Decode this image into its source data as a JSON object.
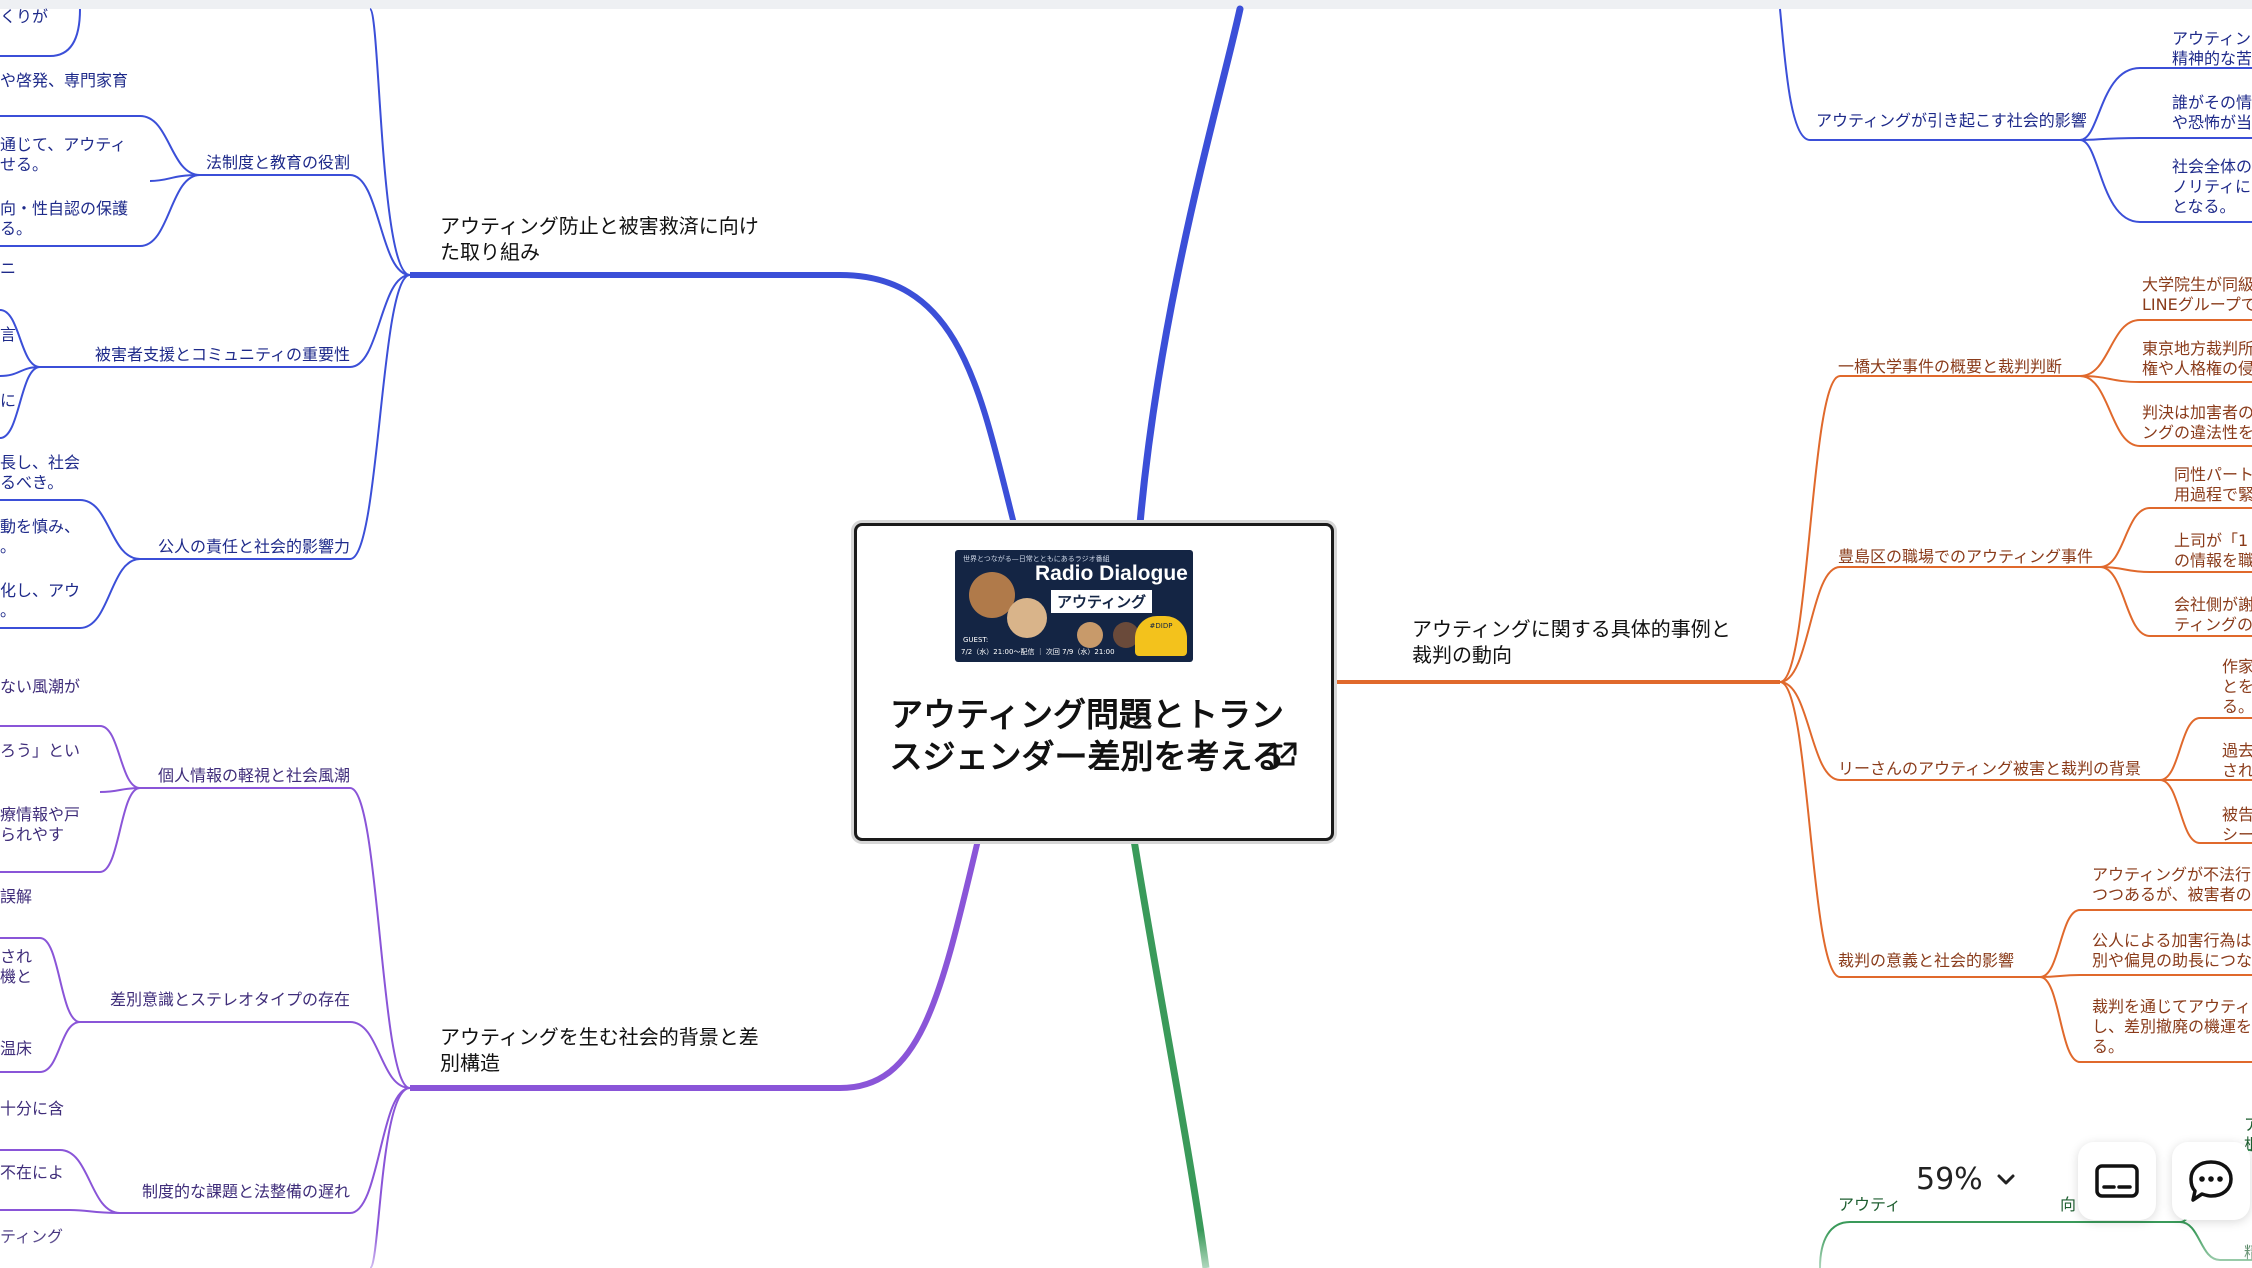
{
  "central": {
    "title": "アウティング問題とトランスジェンダー差別を考える",
    "banner": {
      "top_text": "世界とつながる—日常とともにあるラジオ番組",
      "title": "Radio Dialogue",
      "subtitle": "アウティング",
      "guest": "GUEST:",
      "date": "7/2（水）21:00〜配信 ｜ 次回 7/9（水）21:00",
      "badge": "#DIDP"
    }
  },
  "branches": {
    "blue": {
      "color": "#3b4fd8",
      "title_lines": [
        "アウティング防止と被害救済に向け",
        "た取り組み"
      ],
      "groups": [
        {
          "label": "法制度と教育の役割"
        },
        {
          "label": "被害者支援とコミュニティの重要性"
        },
        {
          "label": "公人の責任と社会的影響力"
        }
      ],
      "leaves": [
        [
          "くりが"
        ],
        [
          "や啓発、専門家育"
        ],
        [
          "通じて、アウティ",
          "せる。"
        ],
        [
          "向・性自認の保護",
          "る。"
        ],
        [
          "ニ"
        ],
        [
          "言"
        ],
        [
          "に"
        ],
        [
          "長し、社会",
          "るべき。"
        ],
        [
          "動を慎み、",
          "。"
        ],
        [
          "化し、アウ",
          "。"
        ]
      ]
    },
    "purple": {
      "color": "#7b4fd8",
      "title_lines": [
        "アウティングを生む社会的背景と差",
        "別構造"
      ],
      "groups": [
        {
          "label": "個人情報の軽視と社会風潮"
        },
        {
          "label": "差別意識とステレオタイプの存在"
        },
        {
          "label": "制度的な課題と法整備の遅れ"
        }
      ],
      "leaves": [
        [
          "ない風潮が"
        ],
        [
          "ろう」とい"
        ],
        [
          "療情報や戸",
          "られやす"
        ],
        [
          "誤解"
        ],
        [
          "され",
          "機と"
        ],
        [
          "温床"
        ],
        [
          "十分に含"
        ],
        [
          "不在によ"
        ],
        [
          "ティング"
        ]
      ]
    },
    "orange": {
      "color": "#e0692c",
      "title_lines": [
        "アウティングに関する具体的事例と",
        "裁判の動向"
      ],
      "groups": [
        {
          "label": "一橋大学事件の概要と裁判判断"
        },
        {
          "label": "豊島区の職場でのアウティング事件"
        },
        {
          "label": "リーさんのアウティング被害と裁判の背景"
        },
        {
          "label": "裁判の意義と社会的影響"
        }
      ],
      "leaves": [
        [
          "大学院生が同級",
          "LINEグループで"
        ],
        [
          "東京地方裁判所",
          "権や人格権の侵"
        ],
        [
          "判決は加害者の",
          "ングの違法性を"
        ],
        [
          "同性パート",
          "用過程で緊"
        ],
        [
          "上司が「1",
          "の情報を職"
        ],
        [
          "会社側が謝",
          "ティングの"
        ],
        [
          "作家",
          "とを",
          "る。"
        ],
        [
          "過去",
          "され"
        ],
        [
          "被告",
          "シー"
        ],
        [
          "アウティングが不法行",
          "つつあるが、被害者の"
        ],
        [
          "公人による加害行為は",
          "別や偏見の助長につな"
        ],
        [
          "裁判を通じてアウティ",
          "し、差別撤廃の機運を",
          "る。"
        ]
      ]
    },
    "blue_top_right": {
      "color": "#3b4fd8",
      "group": "アウティングが引き起こす社会的影響",
      "leaves": [
        [
          "アウティン",
          "精神的な苦"
        ],
        [
          "誰がその情",
          "や恐怖が当"
        ],
        [
          "社会全体の",
          "ノリティに",
          "となる。"
        ]
      ]
    },
    "green": {
      "color": "#3a9a5a",
      "group_fragment_1": "アウティ",
      "group_fragment_2": "向・",
      "leaves": [
        [
          "ア",
          "根"
        ],
        [
          "精"
        ]
      ]
    }
  },
  "zoom": {
    "level": "59%"
  },
  "toolbar": {
    "subtitle_icon": "subtitles-icon",
    "chat_icon": "chat-bubble-icon"
  }
}
